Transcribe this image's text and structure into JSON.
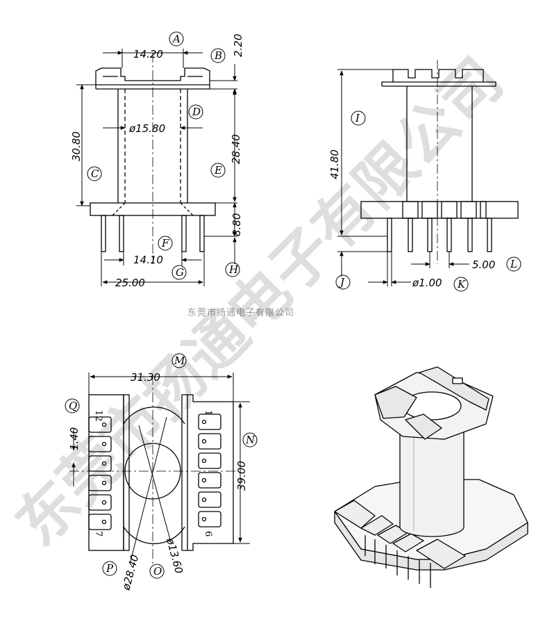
{
  "watermark": {
    "caption": "东莞市扬通电子有限公司",
    "diagonal": "东莞市扬通电子有限公司"
  },
  "front_view": {
    "dims": {
      "top_width": "14.20",
      "flange_thk": "2.20",
      "bore": "ø15.80",
      "overall_h": "30.80",
      "body_h": "28.40",
      "pin_len": "8.80",
      "pin_span": "14.10",
      "base_width": "25.00"
    },
    "labels": {
      "A": "A",
      "B": "B",
      "C": "C",
      "D": "D",
      "E": "E",
      "F": "F",
      "G": "G",
      "H": "H"
    }
  },
  "side_view": {
    "dims": {
      "height": "41.80",
      "pitch": "5.00",
      "pin_dia": "ø1.00"
    },
    "labels": {
      "I": "I",
      "J": "J",
      "K": "K",
      "L": "L"
    }
  },
  "bottom_view": {
    "dims": {
      "width": "31.30",
      "row_pitch": "1.40",
      "length": "39.00",
      "outer_dia": "ø28.40",
      "inner_dia": "ø13.60"
    },
    "labels": {
      "M": "M",
      "N": "N",
      "O": "O",
      "P": "P",
      "Q": "Q"
    },
    "pins": {
      "p12": "12",
      "p7": "7",
      "p1": "1",
      "p6": "6"
    }
  }
}
